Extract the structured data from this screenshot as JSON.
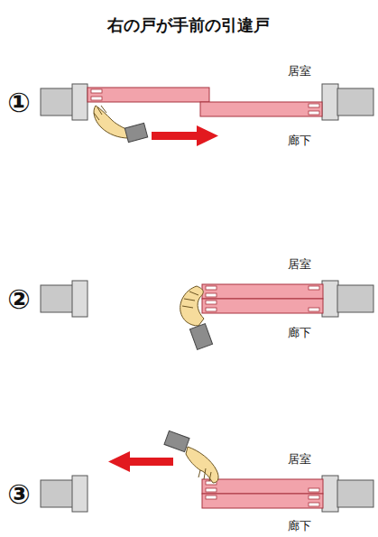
{
  "diagram": {
    "title": "右の戸が手前の引違戸",
    "labels": [
      "①",
      "居室",
      "廊下",
      "②",
      "居室",
      "廊下",
      "③",
      "居室",
      "廊下"
    ]
  }
}
